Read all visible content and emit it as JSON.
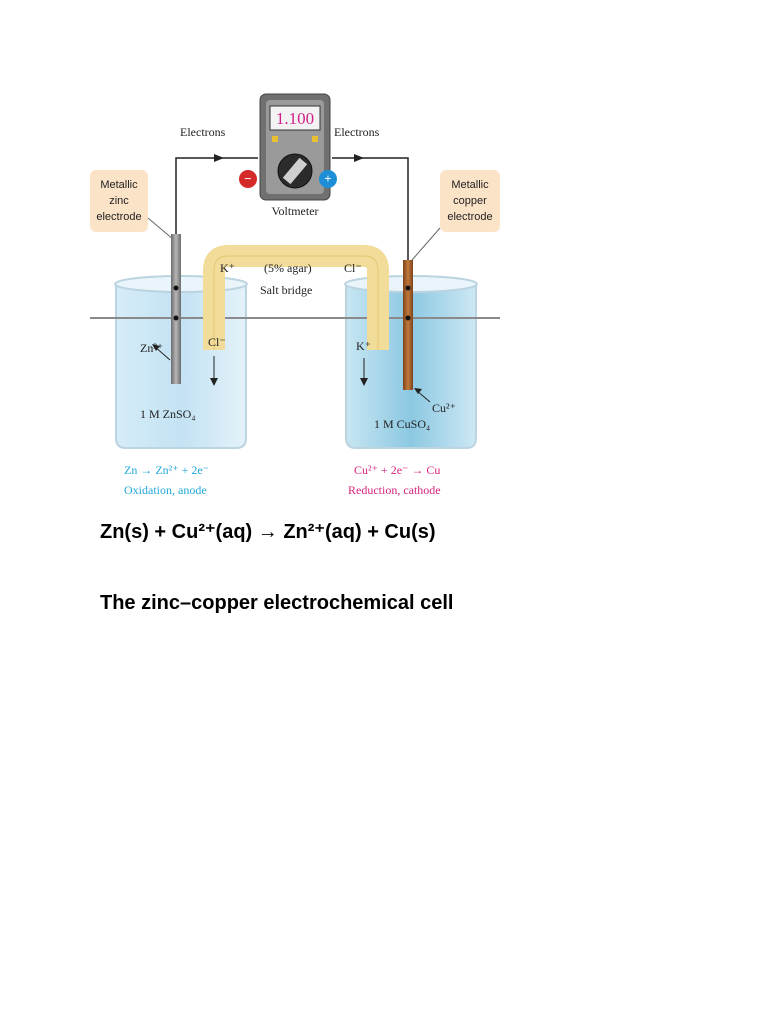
{
  "diagram": {
    "voltmeter_display": "1.100",
    "voltmeter_label": "Voltmeter",
    "electrons_left": "Electrons",
    "electrons_right": "Electrons",
    "minus_sign": "−",
    "plus_sign": "+",
    "zinc_callout": [
      "Metallic",
      "zinc",
      "electrode"
    ],
    "copper_callout": [
      "Metallic",
      "copper",
      "electrode"
    ],
    "salt_bridge_k": "K⁺",
    "salt_bridge_agar": "(5% agar)",
    "salt_bridge_cl": "Cl⁻",
    "salt_bridge_label": "Salt bridge",
    "zn_ion": "Zn²⁺",
    "left_cl": "Cl⁻",
    "right_k": "K⁺",
    "cu_ion": "Cu²⁺",
    "left_solution": "1 M ZnSO₄",
    "right_solution": "1 M CuSO₄",
    "anode_reaction": "Zn → Zn²⁺ + 2e⁻",
    "anode_caption": "Oxidation, anode",
    "cathode_reaction": "Cu²⁺ + 2e⁻ → Cu",
    "cathode_caption": "Reduction, cathode",
    "colors": {
      "oxidation": "#21a8d8",
      "reduction": "#d6247e",
      "solution": "#bfdff0",
      "copper": "#a8662e",
      "zinc": "#8f8f8f",
      "agar": "#f4dfa0"
    }
  },
  "equation": "Zn(s) + Cu²⁺(aq) → Zn²⁺(aq) + Cu(s)",
  "title": "The zinc–copper electrochemical cell"
}
